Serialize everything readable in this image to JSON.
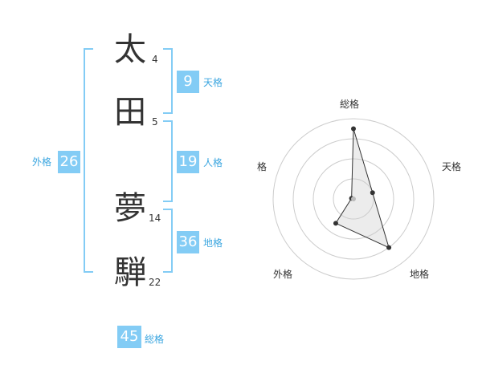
{
  "name": {
    "chars": [
      {
        "char": "太",
        "strokes": "4"
      },
      {
        "char": "田",
        "strokes": "5"
      },
      {
        "char": "夢",
        "strokes": "14"
      },
      {
        "char": "騨",
        "strokes": "22"
      }
    ]
  },
  "fortune": {
    "tenkaku": {
      "value": "9",
      "label": "天格"
    },
    "jinkaku": {
      "value": "19",
      "label": "人格"
    },
    "chikaku": {
      "value": "36",
      "label": "地格"
    },
    "gaikaku": {
      "value": "26",
      "label": "外格"
    },
    "soukaku": {
      "value": "45",
      "label": "総格"
    }
  },
  "chart_data": {
    "type": "radar",
    "axes": [
      "総格",
      "天格",
      "地格",
      "外格",
      "人格"
    ],
    "values": [
      3.5,
      1,
      3,
      1.5,
      0.1
    ],
    "max": 4,
    "rings": 4
  }
}
